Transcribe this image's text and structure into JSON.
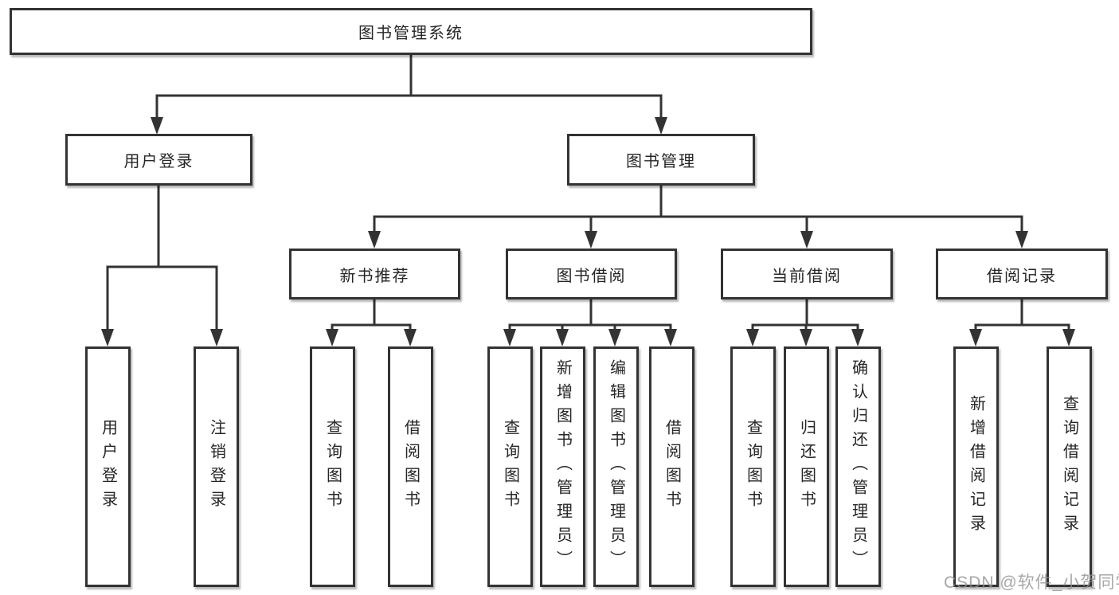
{
  "diagram": {
    "root": {
      "label": "图书管理系统",
      "children": [
        {
          "label": "用户登录",
          "children": [
            {
              "label": "用户登录"
            },
            {
              "label": "注销登录"
            }
          ]
        },
        {
          "label": "图书管理",
          "children": [
            {
              "label": "新书推荐",
              "children": [
                {
                  "label": "查询图书"
                },
                {
                  "label": "借阅图书"
                }
              ]
            },
            {
              "label": "图书借阅",
              "children": [
                {
                  "label": "查询图书"
                },
                {
                  "label": "新增图书（管理员）"
                },
                {
                  "label": "编辑图书（管理员）"
                },
                {
                  "label": "借阅图书"
                }
              ]
            },
            {
              "label": "当前借阅",
              "children": [
                {
                  "label": "查询图书"
                },
                {
                  "label": "归还图书"
                },
                {
                  "label": "确认归还（管理员）"
                }
              ]
            },
            {
              "label": "借阅记录",
              "children": [
                {
                  "label": "新增借阅记录"
                },
                {
                  "label": "查询借阅记录"
                }
              ]
            }
          ]
        }
      ]
    },
    "watermark": "CSDN @软件_小贺同学",
    "colors": {
      "line": "#333333",
      "box_border": "#333333",
      "text": "#262626",
      "watermark": "#919191",
      "background": "#ffffff"
    }
  }
}
